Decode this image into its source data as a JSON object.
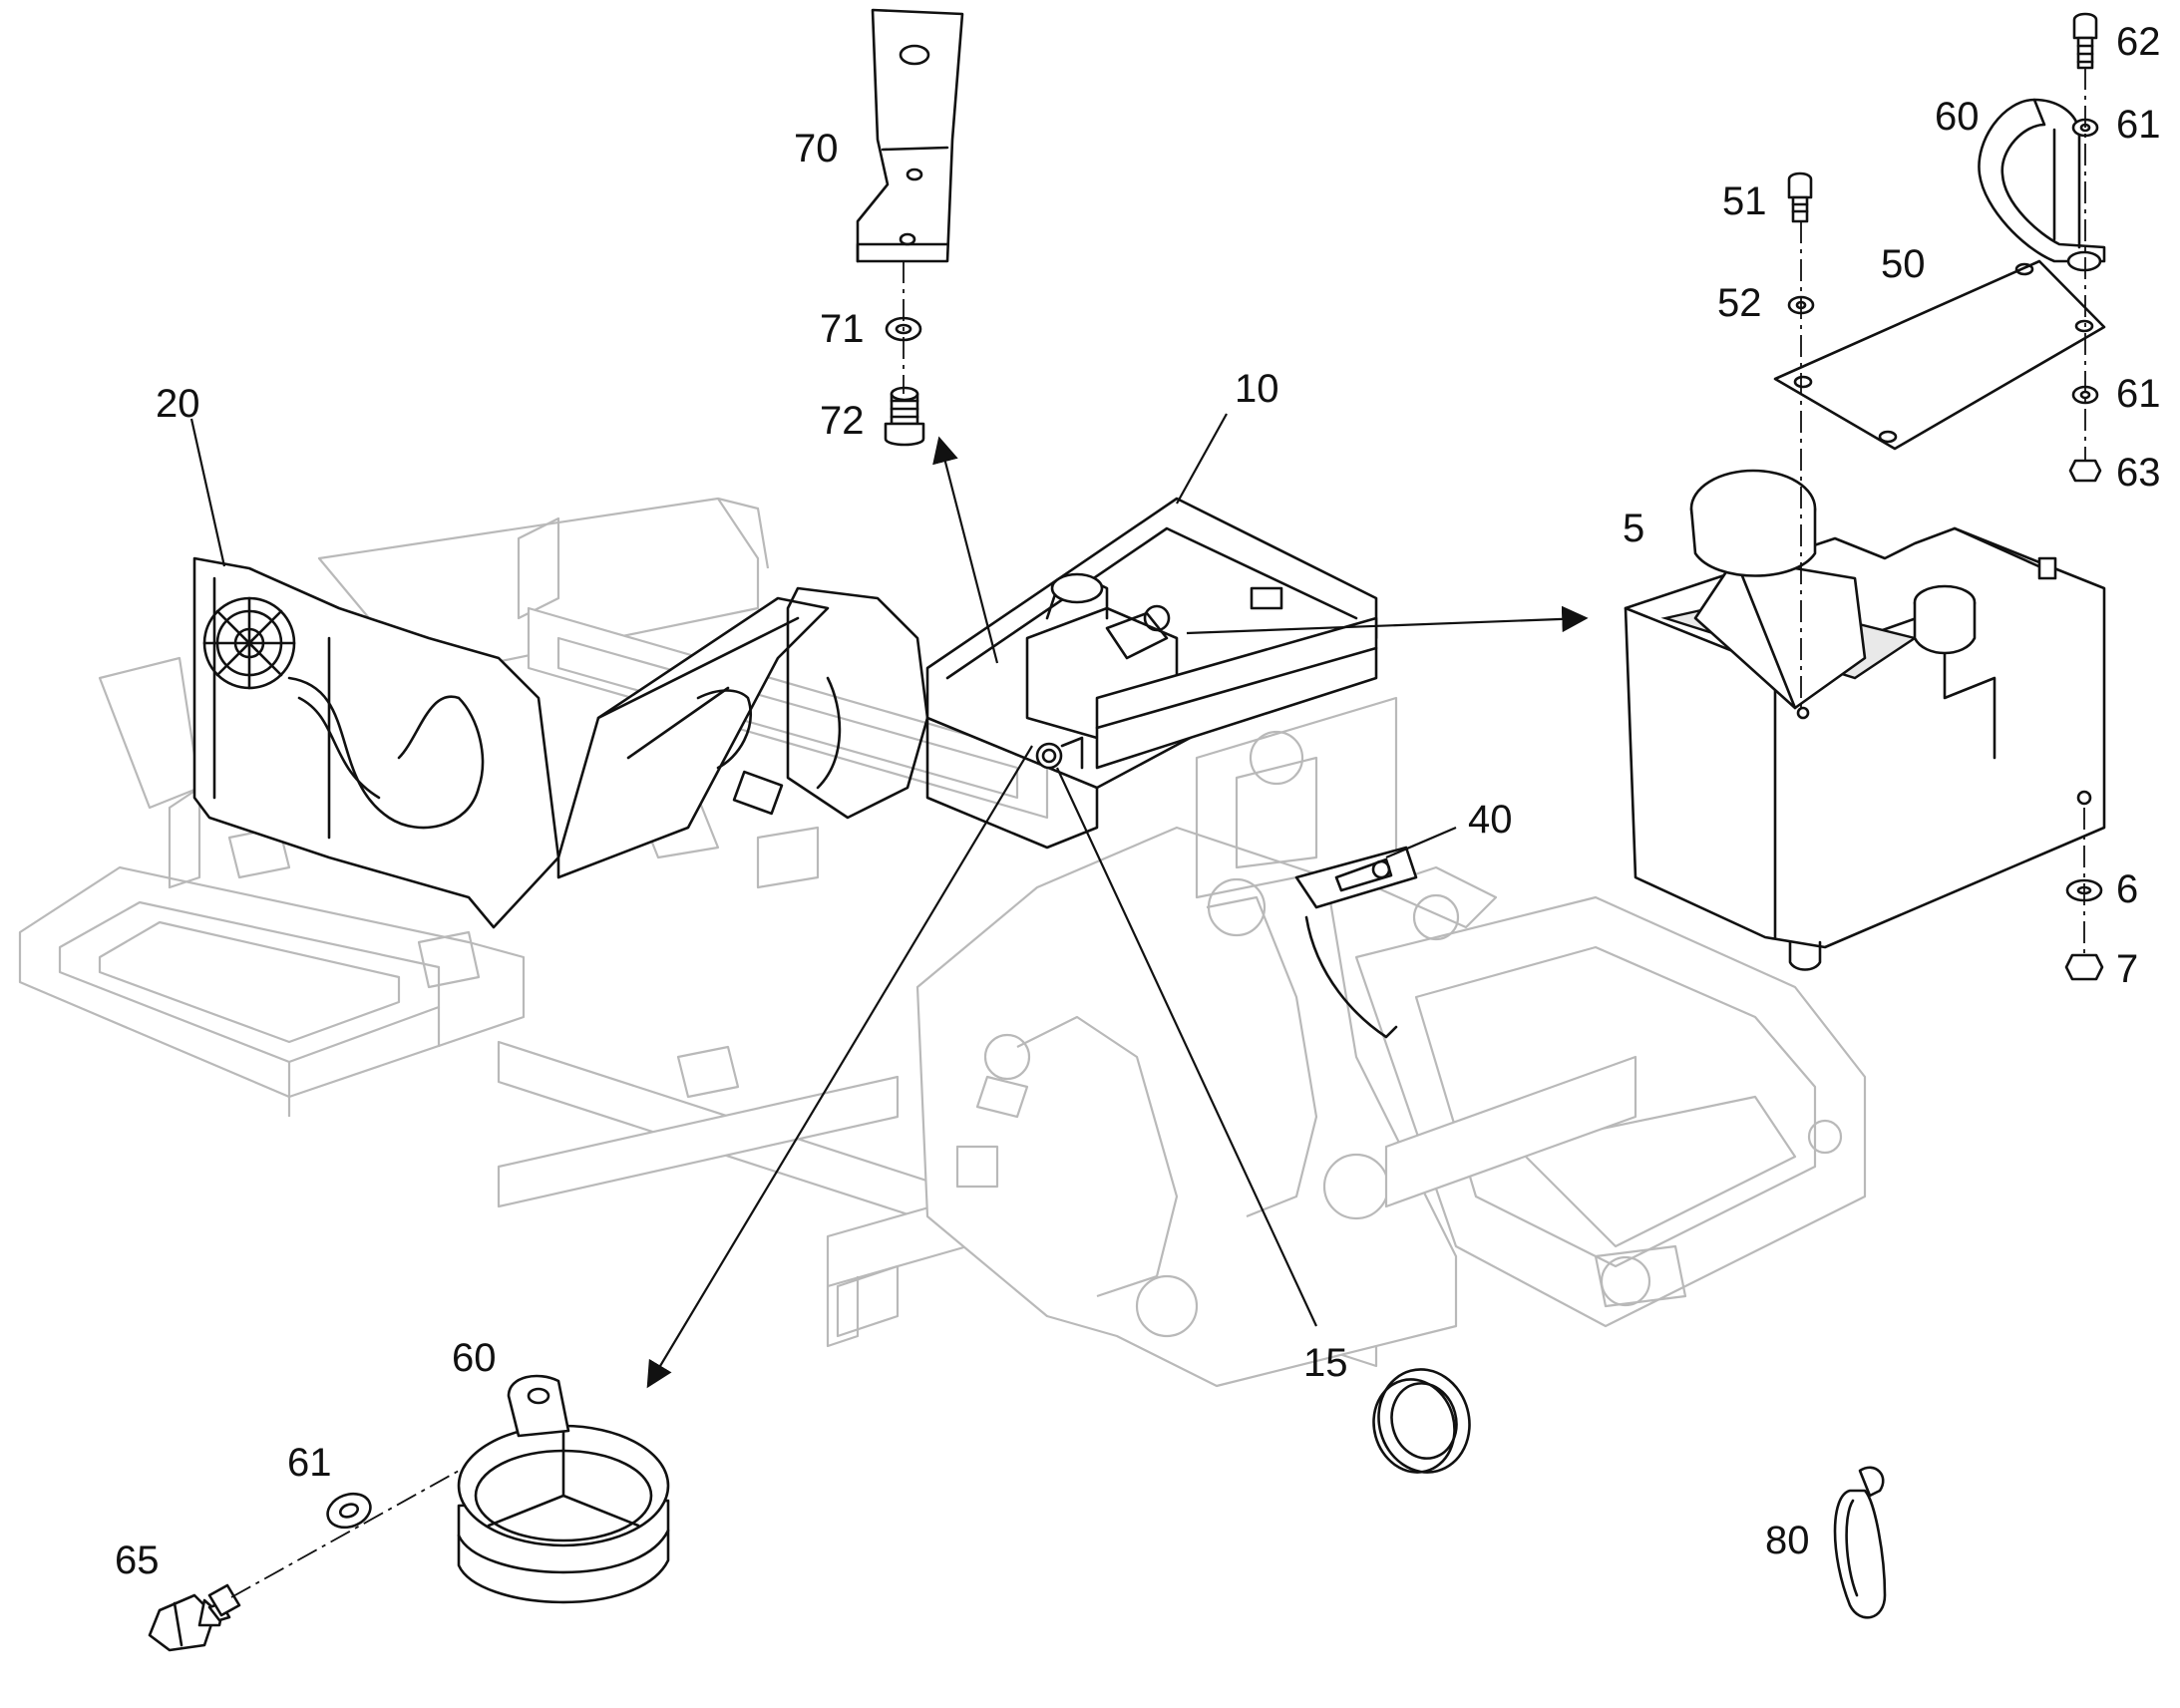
{
  "diagram": {
    "callouts": [
      {
        "id": "70",
        "text": "70"
      },
      {
        "id": "71",
        "text": "71"
      },
      {
        "id": "72",
        "text": "72"
      },
      {
        "id": "20",
        "text": "20"
      },
      {
        "id": "10",
        "text": "10"
      },
      {
        "id": "5",
        "text": "5"
      },
      {
        "id": "51",
        "text": "51"
      },
      {
        "id": "52",
        "text": "52"
      },
      {
        "id": "50",
        "text": "50"
      },
      {
        "id": "60a",
        "text": "60"
      },
      {
        "id": "62",
        "text": "62"
      },
      {
        "id": "61a",
        "text": "61"
      },
      {
        "id": "61b",
        "text": "61"
      },
      {
        "id": "63",
        "text": "63"
      },
      {
        "id": "6",
        "text": "6"
      },
      {
        "id": "7",
        "text": "7"
      },
      {
        "id": "40",
        "text": "40"
      },
      {
        "id": "15",
        "text": "15"
      },
      {
        "id": "60b",
        "text": "60"
      },
      {
        "id": "61c",
        "text": "61"
      },
      {
        "id": "65",
        "text": "65"
      },
      {
        "id": "80",
        "text": "80"
      }
    ]
  }
}
